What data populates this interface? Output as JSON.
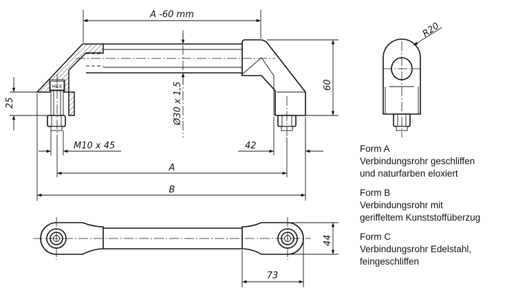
{
  "dimensions": {
    "a_minus_60": "A -60 mm",
    "r20": "R20",
    "d25": "25",
    "d60": "60",
    "tube": "Ø30 x 1,5",
    "m10": "M10 x 45",
    "d42": "42",
    "a": "A",
    "b": "B",
    "d44": "44",
    "d73": "73"
  },
  "legend": {
    "form_a": {
      "title": "Form A",
      "line1": "Verbindungsrohr geschliffen",
      "line2": "und naturfarben eloxiert"
    },
    "form_b": {
      "title": "Form B",
      "line1": "Verbindungsrohr mit",
      "line2": "geriffeltem Kunststoffüberzug"
    },
    "form_c": {
      "title": "Form C",
      "line1": "Verbindungsrohr Edelstahl,",
      "line2": "feingeschliffen"
    }
  }
}
